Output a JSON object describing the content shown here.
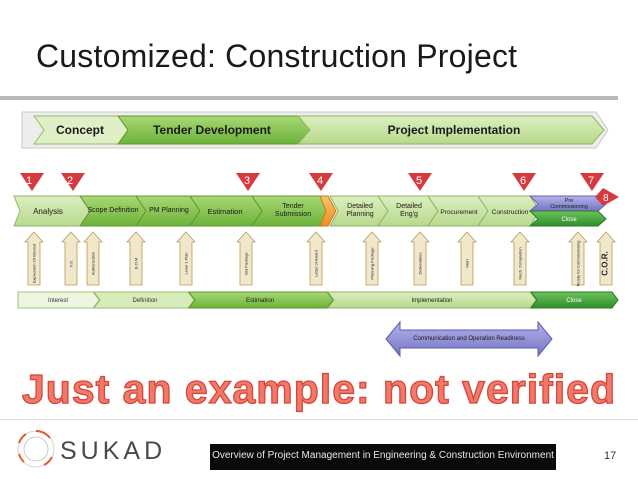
{
  "slide": {
    "title": "Customized: Construction Project",
    "watermark": "Just an example: not verified",
    "footer": "Overview of Project Management in Engineering & Construction Environment",
    "page_number": "17",
    "logo_text": "SUKAD"
  },
  "colors": {
    "light_green": "#c7e2a1",
    "green": "#7cbd45",
    "dark_green": "#3f9a32",
    "orange": "#f2a233",
    "purple": "#8f8ed6",
    "red_marker": "#d63a3f",
    "beige": "#f1e8cc",
    "arrow_border": "#b99a55"
  },
  "top_bar": {
    "concept": "Concept",
    "tender": "Tender Development",
    "implementation": "Project Implementation"
  },
  "markers": [
    "1",
    "2",
    "3",
    "4",
    "5",
    "6",
    "7",
    "8"
  ],
  "process": [
    {
      "label": "Analysis"
    },
    {
      "label": "Scope Definition"
    },
    {
      "label": "PM Planning"
    },
    {
      "label": "Estimation"
    },
    {
      "label": "Tender Submission"
    },
    {
      "label": "Detailed Planning"
    },
    {
      "label": "Detailed Eng'g"
    },
    {
      "label": "Procurement"
    },
    {
      "label": "Construction"
    },
    {
      "label": "Pre Commissioning"
    },
    {
      "label": "Close"
    }
  ],
  "deliverables": [
    "Expression Of Interest",
    "F.S.",
    "Authorization",
    "B.O.M",
    "Level 1 Plan",
    "Bid Package",
    "Letter of Award",
    "Planning Package",
    "Deliverables",
    "Mat'l",
    "Mech. Completion",
    "Ready for Commissioning",
    "C.O.R."
  ],
  "phases": [
    {
      "label": "Interest"
    },
    {
      "label": "Definition"
    },
    {
      "label": "Estimation"
    },
    {
      "label": "Implementation"
    },
    {
      "label": "Close"
    }
  ],
  "communication": "Communication and Operation Readiness"
}
